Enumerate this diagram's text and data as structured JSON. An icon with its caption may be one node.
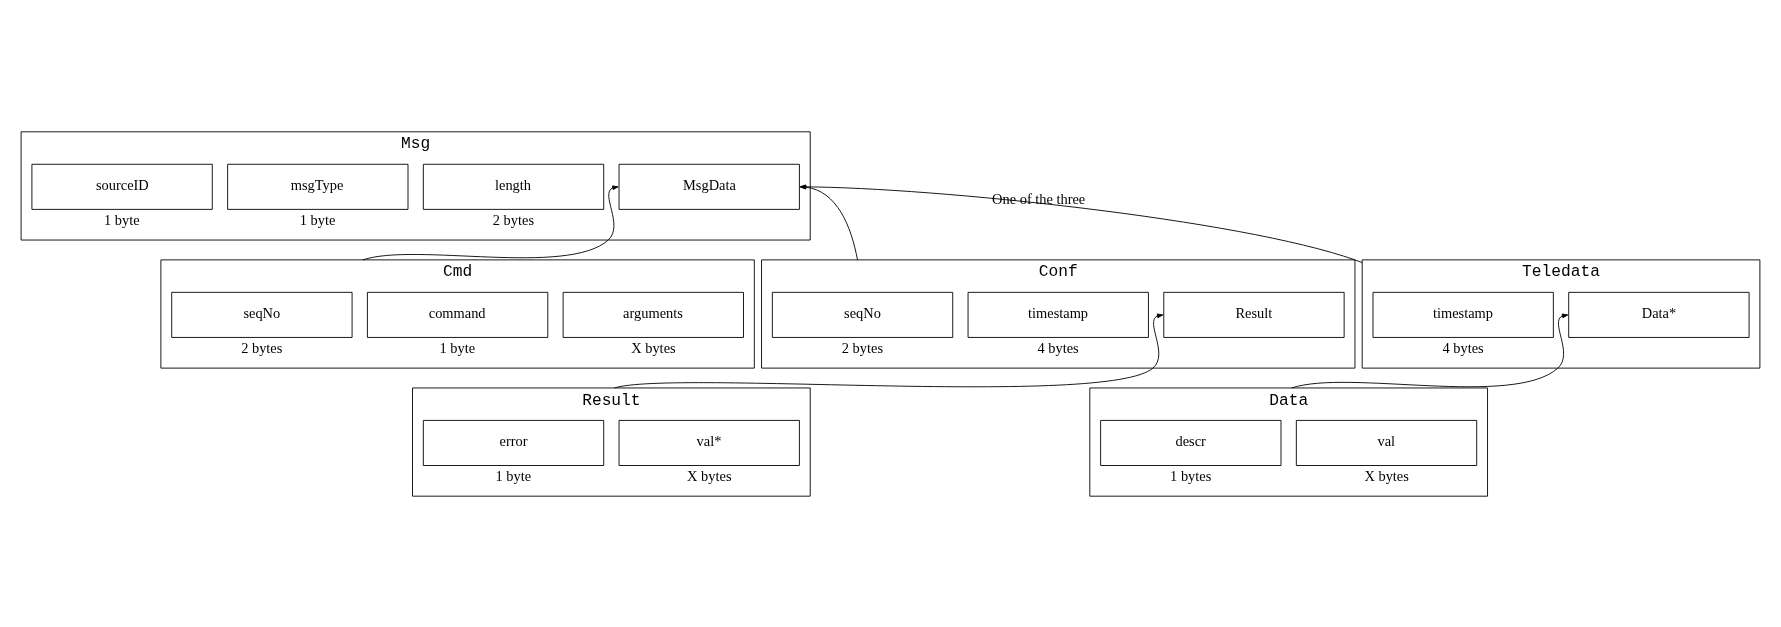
{
  "diagram": {
    "nodes": [
      {
        "text": [
          "Msg"
        ]
      },
      {
        "text": [
          "sourceID"
        ],
        "in": 0,
        "beside": [
          "1 byte"
        ]
      },
      {
        "text": [
          "msgType"
        ],
        "in": 0,
        "beside": [
          "1 byte"
        ]
      },
      {
        "text": [
          "length"
        ],
        "in": 0,
        "beside": [
          "2 bytes"
        ]
      },
      {
        "text": [
          "MsgData"
        ],
        "in": 0
      },
      {
        "text": [
          "Cmd"
        ]
      },
      {
        "text": [
          "seqNo"
        ],
        "in": 5,
        "beside": [
          "2 bytes"
        ]
      },
      {
        "text": [
          "command"
        ],
        "in": 5,
        "beside": [
          "1 byte"
        ]
      },
      {
        "text": [
          "arguments"
        ],
        "in": 5,
        "beside": [
          "X bytes"
        ]
      },
      {
        "text": [
          "Conf"
        ]
      },
      {
        "text": [
          "seqNo"
        ],
        "in": 9,
        "beside": [
          "2 bytes"
        ]
      },
      {
        "text": [
          "timestamp"
        ],
        "in": 9,
        "beside": [
          "4 bytes"
        ]
      },
      {
        "text": [
          "Result"
        ],
        "in": 9
      },
      {
        "text": [
          "Teledata"
        ]
      },
      {
        "text": [
          "timestamp"
        ],
        "in": 13,
        "beside": [
          "4 bytes"
        ]
      },
      {
        "text": [
          "Data*"
        ],
        "in": 13
      },
      {
        "text": [
          "Result"
        ]
      },
      {
        "text": [
          "error"
        ],
        "in": 16,
        "beside": [
          "1 byte"
        ]
      },
      {
        "text": [
          "val*"
        ],
        "in": 16,
        "beside": [
          "X bytes"
        ]
      },
      {
        "text": [
          "Data"
        ]
      },
      {
        "text": [
          "descr"
        ],
        "in": 19,
        "beside": [
          "1 bytes"
        ]
      },
      {
        "text": [
          "val"
        ],
        "in": 19,
        "beside": [
          "X bytes"
        ]
      }
    ],
    "edges": [
      {
        "from": 5,
        "to": 4,
        "arrow": "to"
      },
      {
        "from": 9,
        "to": 4,
        "arrow": "to"
      },
      {
        "from": 13,
        "to": 4,
        "arrow": "to",
        "label": "One of the three"
      },
      {
        "from": 16,
        "to": 12,
        "arrow": "to"
      },
      {
        "from": 19,
        "to": 15,
        "arrow": "to"
      }
    ]
  }
}
